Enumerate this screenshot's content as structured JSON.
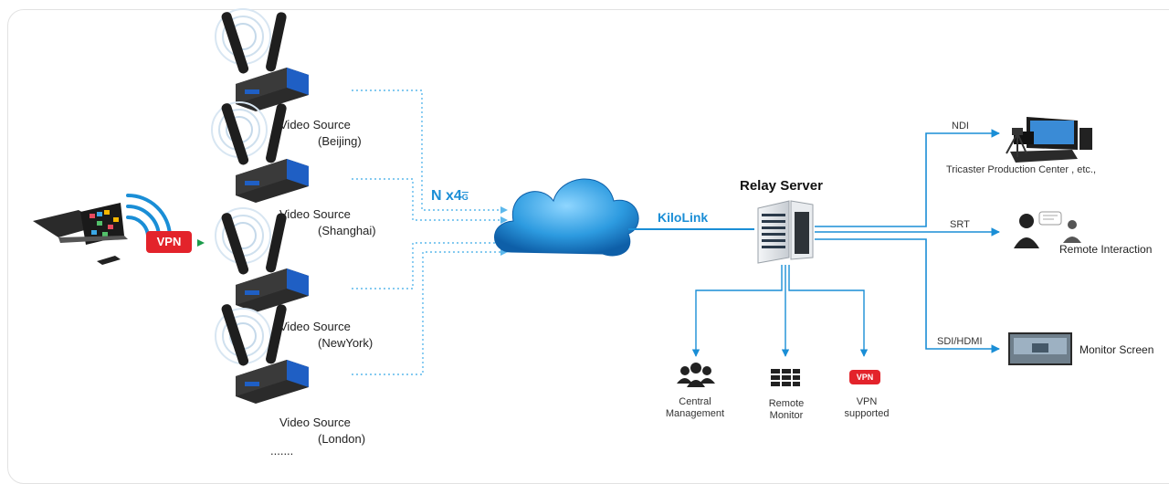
{
  "sources": [
    {
      "label": "Video Source",
      "city": "(Beijing)"
    },
    {
      "label": "Video Source",
      "city": "(Shanghai)"
    },
    {
      "label": "Video Source",
      "city": "(NewYork)"
    },
    {
      "label": "Video Source",
      "city": "(London)"
    }
  ],
  "more_sources": ".......",
  "vpn_badge": "VPN",
  "network_label": "N x4",
  "network_label_suffix": "G",
  "link_label": "KiloLink",
  "server_title": "Relay Server",
  "outputs": {
    "ndi": {
      "protocol": "NDI",
      "caption": "Tricaster Production Center , etc.,"
    },
    "srt": {
      "protocol": "SRT",
      "caption": "Remote Interaction"
    },
    "sdi": {
      "protocol": "SDI/HDMI",
      "caption": "Monitor Screen"
    }
  },
  "features": {
    "central": {
      "line1": "Central",
      "line2": "Management"
    },
    "monitor": {
      "line1": "Remote",
      "line2": "Monitor"
    },
    "vpn": {
      "badge": "VPN",
      "line1": "VPN",
      "line2": "supported"
    }
  },
  "colors": {
    "accent": "#1a8ed6",
    "vpn_red": "#e3232b",
    "device_blue": "#1f5fc4"
  }
}
